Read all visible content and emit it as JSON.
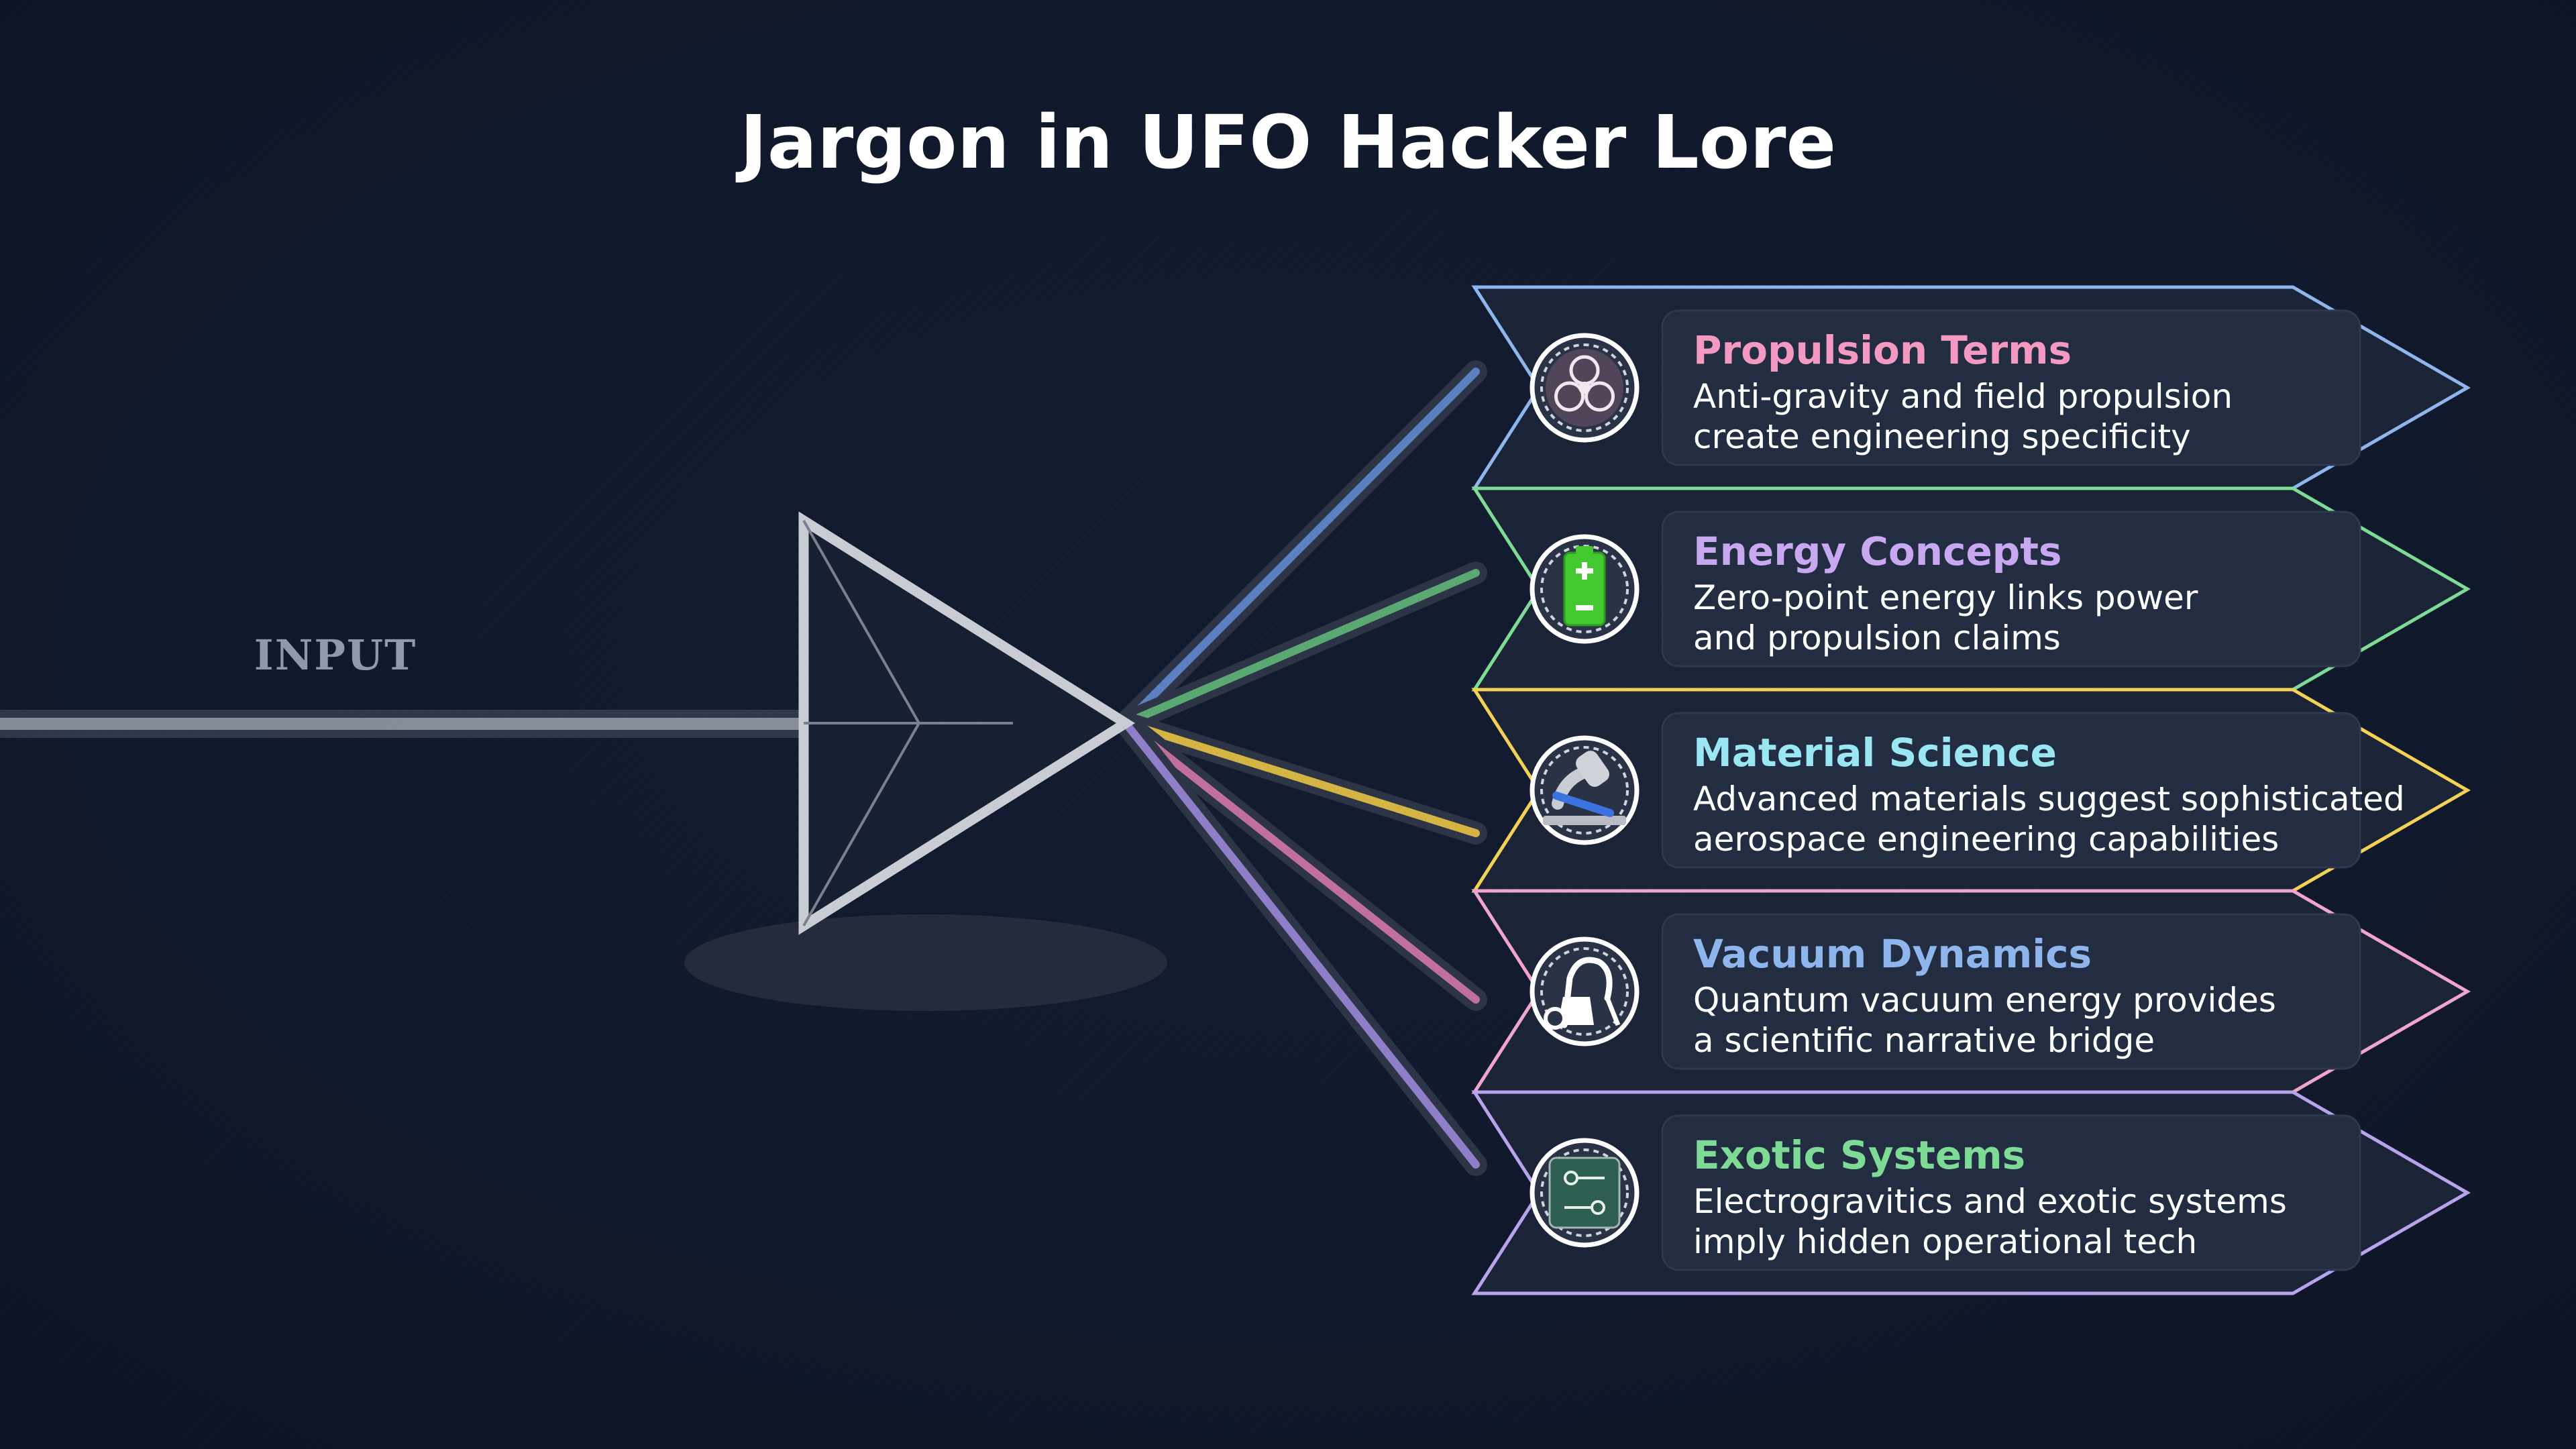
{
  "title": "Jargon in UFO Hacker Lore",
  "input_label": "INPUT",
  "colors": {
    "background": "#111a2e",
    "card_fill": "#1c2538",
    "panel_fill": "#232d42",
    "input_beam": "#6b7385",
    "prism_stroke": "#c9ccd2"
  },
  "categories": [
    {
      "title": "Propulsion Terms",
      "lines": [
        "Anti-gravity and field propulsion",
        "create engineering specificity"
      ],
      "title_color": "#f49ac2",
      "border_color": "#8fb6ec",
      "beam_color": "#5b80bf",
      "icon": "fan-icon"
    },
    {
      "title": "Energy Concepts",
      "lines": [
        "Zero-point energy links power",
        "and propulsion claims"
      ],
      "title_color": "#c8a8f0",
      "border_color": "#7ddb95",
      "beam_color": "#5aa872",
      "icon": "battery-icon"
    },
    {
      "title": "Material Science",
      "lines": [
        "Advanced materials suggest sophisticated",
        "aerospace engineering capabilities"
      ],
      "title_color": "#9ae6f2",
      "border_color": "#f2d155",
      "beam_color": "#d4b443",
      "icon": "microscope-icon"
    },
    {
      "title": "Vacuum Dynamics",
      "lines": [
        "Quantum vacuum energy provides",
        "a scientific narrative bridge"
      ],
      "title_color": "#8fb6ec",
      "border_color": "#f0a6cc",
      "beam_color": "#c0709a",
      "icon": "vacuum-icon"
    },
    {
      "title": "Exotic Systems",
      "lines": [
        "Electrogravitics and exotic systems",
        "imply hidden operational tech"
      ],
      "title_color": "#7ddb95",
      "border_color": "#b8a4ec",
      "beam_color": "#8e7fc8",
      "icon": "circuit-icon"
    }
  ]
}
